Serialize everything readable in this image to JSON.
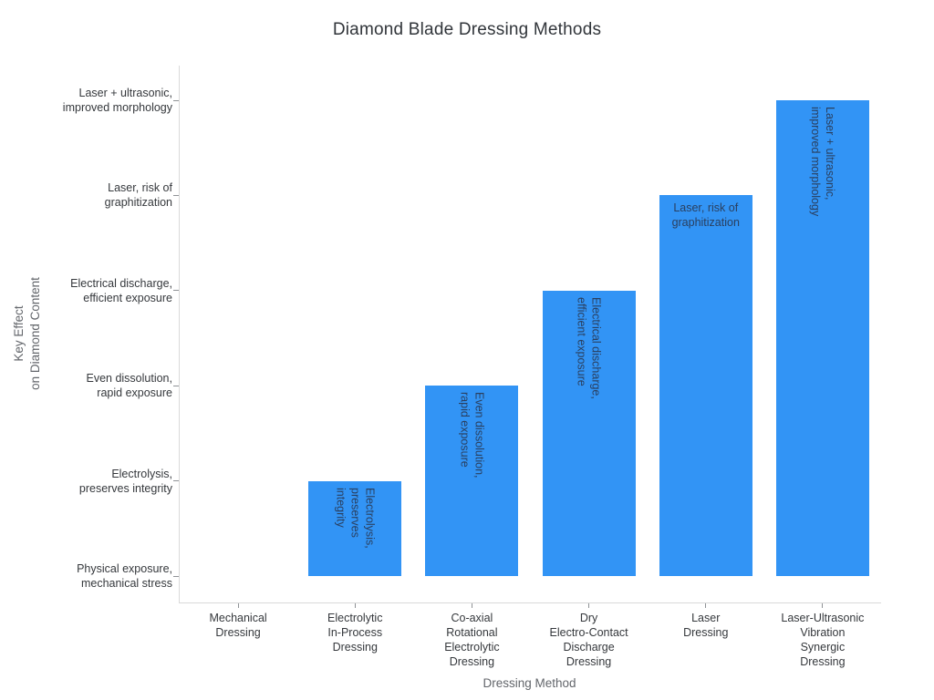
{
  "title": "Diamond Blade Dressing Methods",
  "colors": {
    "bar": "#3294f5",
    "bar_label_text": "#2a3f5f",
    "tick_label_text": "#35383c",
    "axis_title_text": "#63666b",
    "axis_line": "#d9d9d9",
    "background": "#ffffff"
  },
  "chart_data": {
    "type": "bar",
    "title": "Diamond Blade Dressing Methods",
    "xlabel": "Dressing Method",
    "ylabel": "Key Effect\non Diamond Content",
    "grid": false,
    "legend": "none",
    "y_axis_type": "category",
    "y_tick_labels_bottom_to_top": [
      "Physical exposure,\nmechanical stress",
      "Electrolysis,\npreserves integrity",
      "Even dissolution,\nrapid exposure",
      "Electrical discharge,\nefficient exposure",
      "Laser, risk of\ngraphitization",
      "Laser + ultrasonic,\nimproved morphology"
    ],
    "categories": [
      "Mechanical Dressing",
      "Electrolytic In-Process Dressing",
      "Co-axial Rotational Electrolytic Dressing",
      "Dry Electro-Contact Discharge Dressing",
      "Laser Dressing",
      "Laser-Ultrasonic Vibration Synergic Dressing"
    ],
    "values": [
      0,
      1,
      2,
      3,
      4,
      5
    ],
    "bars": [
      {
        "category_label": "Mechanical\nDressing",
        "value": 0,
        "y_value": "Physical exposure, mechanical stress",
        "inside_label": "",
        "label_rotated": false
      },
      {
        "category_label": "Electrolytic\nIn-Process\nDressing",
        "value": 1,
        "y_value": "Electrolysis, preserves integrity",
        "inside_label": "Electrolysis,\npreserves integrity",
        "label_rotated": true
      },
      {
        "category_label": "Co-axial\nRotational\nElectrolytic\nDressing",
        "value": 2,
        "y_value": "Even dissolution, rapid exposure",
        "inside_label": "Even dissolution,\nrapid exposure",
        "label_rotated": true
      },
      {
        "category_label": "Dry\nElectro-Contact\nDischarge\nDressing",
        "value": 3,
        "y_value": "Electrical discharge, efficient exposure",
        "inside_label": "Electrical discharge,\nefficient exposure",
        "label_rotated": true
      },
      {
        "category_label": "Laser\nDressing",
        "value": 4,
        "y_value": "Laser, risk of graphitization",
        "inside_label": "Laser, risk of\ngraphitization",
        "label_rotated": false
      },
      {
        "category_label": "Laser-Ultrasonic\nVibration\nSynergic\nDressing",
        "value": 5,
        "y_value": "Laser + ultrasonic, improved morphology",
        "inside_label": "Laser + ultrasonic,\nimproved morphology",
        "label_rotated": true
      }
    ]
  }
}
